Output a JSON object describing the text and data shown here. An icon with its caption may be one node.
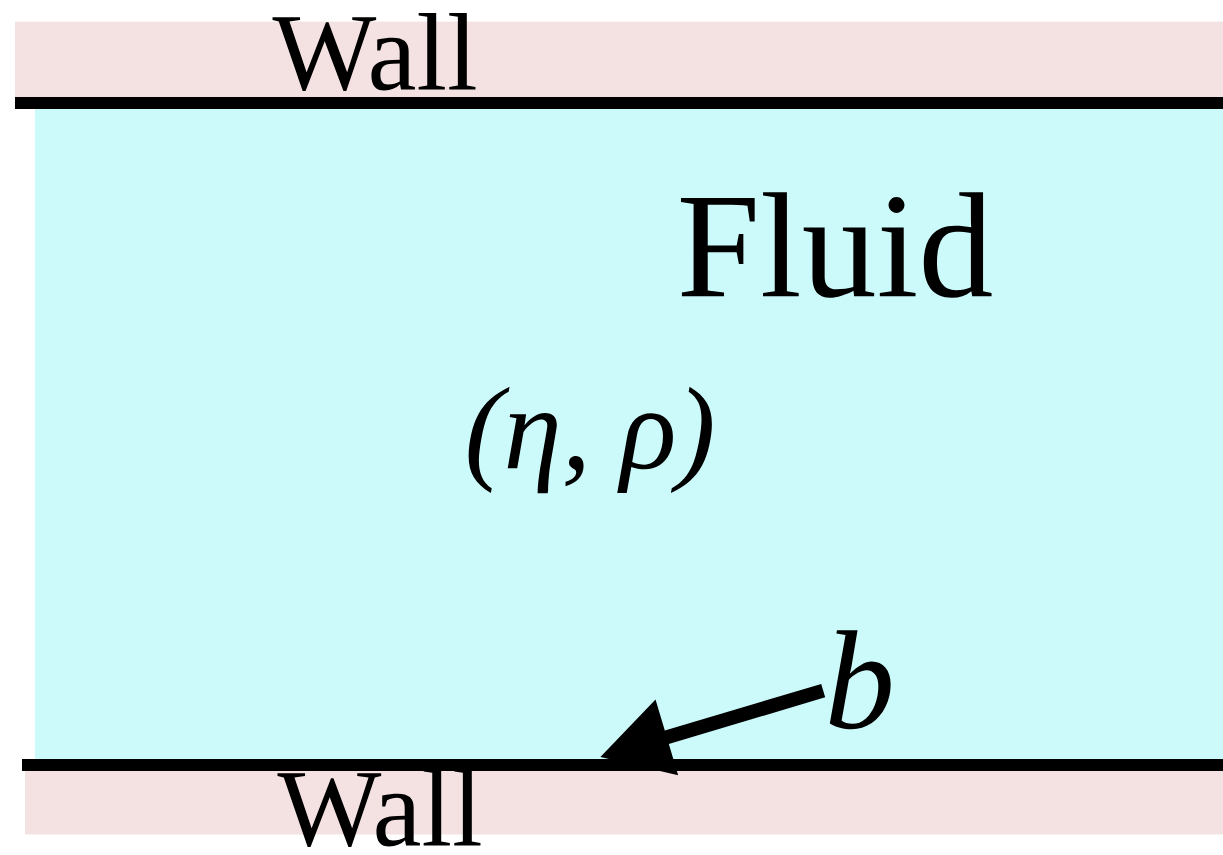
{
  "diagram": {
    "nodes": [
      {
        "text": [
          "Wall"
        ]
      },
      {
        "text": [
          "Fluid",
          "(η, ρ)"
        ]
      },
      {
        "text": [
          "Wall"
        ]
      },
      {
        "text": [
          "b"
        ],
        "in": 1
      }
    ],
    "edges": [
      {
        "from": 3,
        "to": 2,
        "arrow": "to"
      }
    ]
  }
}
